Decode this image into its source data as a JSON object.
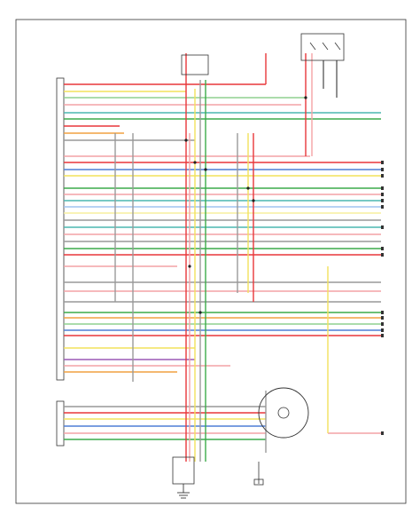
{
  "diagram": {
    "kind": "wiring-schematic",
    "ecm_label": "",
    "footer": "",
    "colors": {
      "frame": "#333333",
      "red": "#e8373a",
      "pink": "#f4a2a6",
      "yellow": "#f2e25c",
      "light_yellow": "#f7ef9e",
      "green": "#3caa4a",
      "light_green": "#8fd18f",
      "teal": "#4cb7b0",
      "blue": "#4f7fd6",
      "light_blue": "#9fc4f0",
      "orange": "#f0a040",
      "brown": "#8a5a2b",
      "gray": "#999999",
      "black": "#222222",
      "purple": "#9b59b6"
    },
    "components": [
      {
        "id": "relay-top-center",
        "name": "relay-box"
      },
      {
        "id": "switch-top-right",
        "name": "switch-assembly"
      },
      {
        "id": "distributor",
        "name": "distributor-circle"
      },
      {
        "id": "module-bottom",
        "name": "module-box"
      },
      {
        "id": "sensor-bottom-right",
        "name": "sensor"
      }
    ]
  }
}
